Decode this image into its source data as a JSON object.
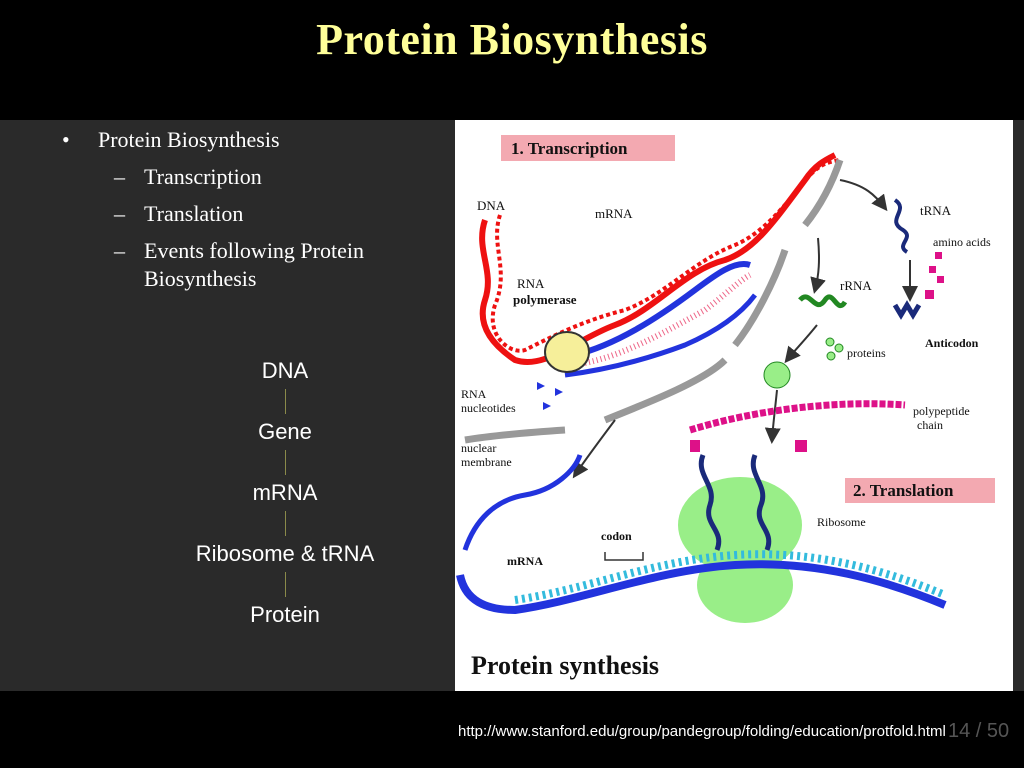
{
  "slide": {
    "title": "Protein Biosynthesis",
    "bullets": {
      "main": "Protein Biosynthesis",
      "subs": [
        "Transcription",
        "Translation",
        "Events following Protein Biosynthesis"
      ]
    },
    "flow": [
      "DNA",
      "Gene",
      "mRNA",
      "Ribosome & tRNA",
      "Protein"
    ],
    "source_url": "http://www.stanford.edu/group/pandegroup/folding/education/protfold.html",
    "page_number": "14 / 50"
  },
  "figure": {
    "caption": "Protein synthesis",
    "stage1_label": "1. Transcription",
    "stage2_label": "2. Translation",
    "labels": {
      "dna": "DNA",
      "mrna_top": "mRNA",
      "rna_polymerase_1": "RNA",
      "rna_polymerase_2": "polymerase",
      "trna": "tRNA",
      "amino_acids": "amino acids",
      "rrna": "rRNA",
      "proteins": "proteins",
      "anticodon": "Anticodon",
      "rna_nucleotides_1": "RNA",
      "rna_nucleotides_2": "nucleotides",
      "nuclear_membrane_1": "nuclear",
      "nuclear_membrane_2": "membrane",
      "polypeptide_chain_1": "polypeptide",
      "polypeptide_chain_2": "chain",
      "ribosome": "Ribosome",
      "codon": "codon",
      "mrna_bottom": "mRNA"
    },
    "colors": {
      "dna": "#ee1111",
      "mrna": "#2233dd",
      "ribosome": "#99ee88",
      "trna": "#1a2a7a",
      "polypeptide": "#dd1188",
      "rrna": "#228822",
      "label_box": "#f3a9b1"
    }
  }
}
